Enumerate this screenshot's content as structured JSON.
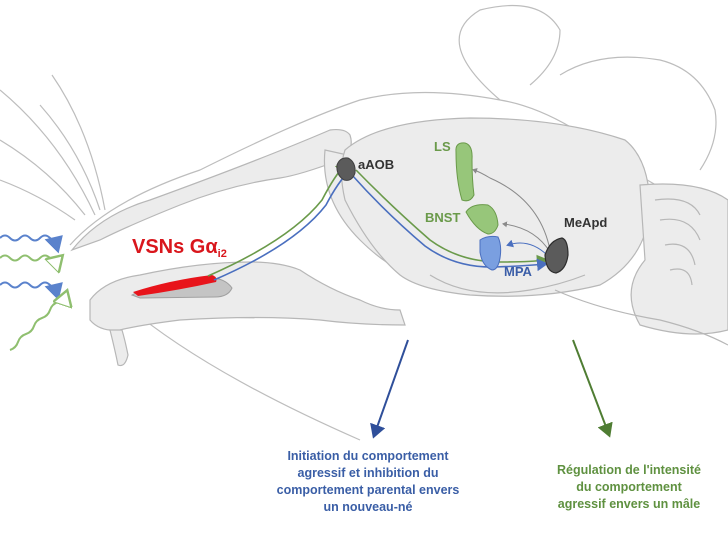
{
  "diagram": {
    "type": "mouse-sagittal-section-vomeronasal-pathway",
    "colors": {
      "green_pathway": "#6a9a4a",
      "blue_pathway": "#4a6fbf",
      "vsn_red": "#e8141b",
      "nucleus_dark": "#5b5b5b",
      "tissue_fill": "#ececec",
      "outline": "#b0b0b0"
    },
    "labels": {
      "vsn_main": "VSNs Gα",
      "vsn_sub": "i2",
      "aAOB": "aAOB",
      "LS": "LS",
      "BNST": "BNST",
      "MPA": "MPA",
      "MeApd": "MeApd"
    },
    "stimuli": {
      "blue_signals": 2,
      "green_signals": 2
    },
    "outcomes": {
      "blue": {
        "lines": [
          "Initiation du comportement",
          "agressif et inhibition du",
          "comportement parental envers",
          "un nouveau-né"
        ]
      },
      "green": {
        "lines": [
          "Régulation de l'intensité",
          "du comportement",
          "agressif envers un mâle"
        ]
      }
    }
  }
}
